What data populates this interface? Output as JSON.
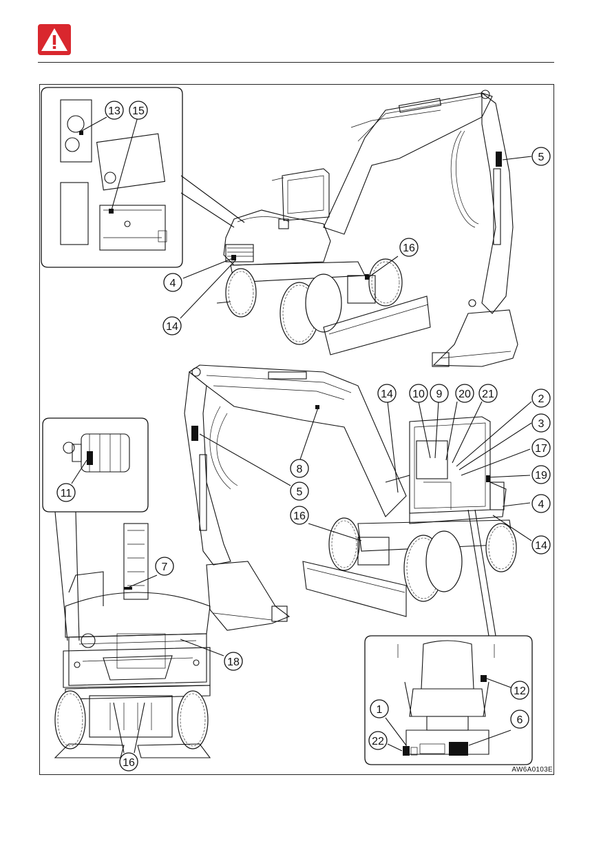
{
  "page": {
    "warning_icon": "warning-triangle-icon",
    "accent_color": "#d9272e"
  },
  "figure": {
    "code": "AW6A0103E",
    "callouts": [
      "13",
      "15",
      "5",
      "16",
      "4",
      "14",
      "14",
      "10",
      "9",
      "20",
      "21",
      "2",
      "3",
      "17",
      "19",
      "4",
      "14",
      "8",
      "5",
      "16",
      "11",
      "7",
      "18",
      "12",
      "1",
      "6",
      "22",
      "16"
    ]
  }
}
